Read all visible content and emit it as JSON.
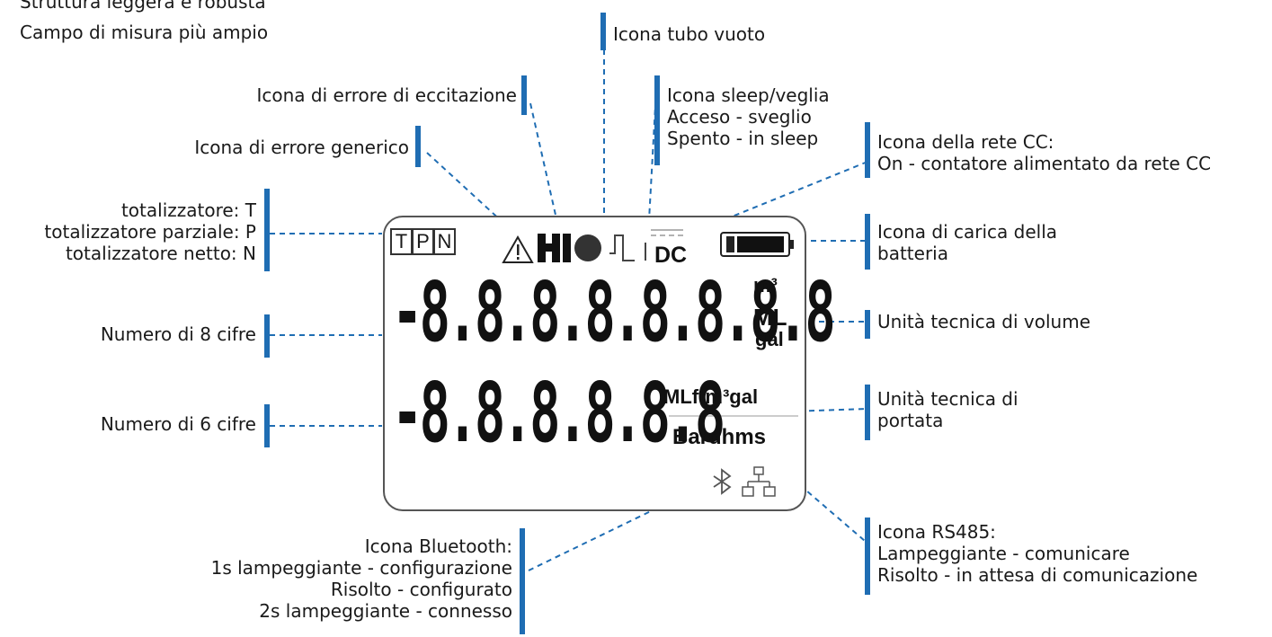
{
  "top_text": {
    "line1": "Struttura leggera e robusta",
    "line2": "Campo di misura più ampio"
  },
  "labels": {
    "tubo_vuoto": "Icona tubo vuoto",
    "errore_eccitazione": "Icona di errore di eccitazione",
    "sleep": [
      "Icona sleep/veglia",
      "Acceso - sveglio",
      "Spento - in sleep"
    ],
    "rete_cc": [
      "Icona della rete CC:",
      "On - contatore alimentato da rete CC"
    ],
    "errore_generico": "Icona di errore generico",
    "totalizzatore": [
      "totalizzatore: T",
      "totalizzatore parziale: P",
      "totalizzatore netto: N"
    ],
    "carica_batteria": [
      "Icona di carica della",
      "batteria"
    ],
    "numero_8": "Numero di 8 cifre",
    "unita_volume": "Unità tecnica di volume",
    "numero_6": "Numero di 6 cifre",
    "unita_portata": [
      "Unità tecnica di",
      "portata"
    ],
    "bluetooth": [
      "Icona Bluetooth:",
      "1s lampeggiante - configurazione",
      "Risolto - configurato",
      "2s lampeggiante - connesso"
    ],
    "rs485": [
      "Icona RS485:",
      "Lampeggiante - comunicare",
      "Risolto - in attesa di comunicazione"
    ]
  },
  "lcd": {
    "totalizer_boxes": [
      "T",
      "P",
      "N"
    ],
    "dc_label": "DC",
    "digits_8": "-8.8.8.8.8.8.8.8",
    "digits_6": "-8.8.8.8.8.8",
    "volume_units": [
      "m³",
      "ML",
      "gal"
    ],
    "flow_units_top": "MLftm³gal",
    "flow_units_bottom": "Bardhms",
    "icons": [
      "warning-icon",
      "excitation-error-icon",
      "empty-pipe-icon",
      "sleep-wave-icon",
      "dc-power-icon",
      "battery-icon",
      "bluetooth-icon",
      "rs485-network-icon"
    ]
  },
  "colors": {
    "accent_bar": "#1f6db3",
    "leader": "#1f6db3",
    "lcd_border": "#555555"
  }
}
